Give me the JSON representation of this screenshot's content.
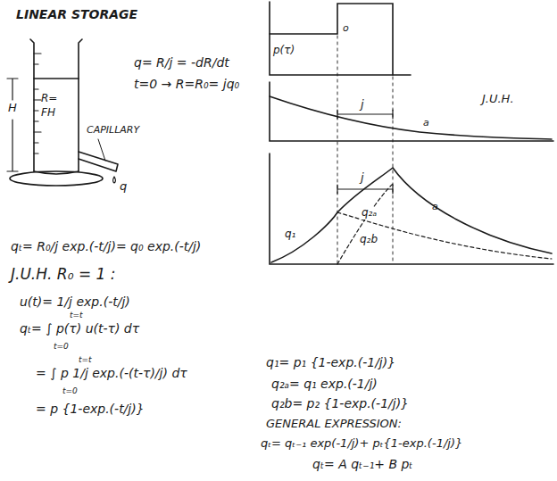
{
  "diagram": {
    "title": "LINEAR STORAGE",
    "labels": [
      "R=",
      "FH",
      "H",
      "CAPILLARY",
      "q",
      "q= R/j = -dR/dt",
      "t=0 → R=R₀= jq₀",
      "qₜ= R₀/j exp.(-t/j)= q₀ exp.(-t/j)",
      "J.U.H. R₀ = 1 :",
      "u(t)= 1/j exp.(-t/j)",
      "t=t",
      "qₜ= ∫ p(τ) u(t-τ) dτ",
      "t=0",
      "t=t",
      "= ∫ p 1/j exp.(-(t-τ)/j) dτ",
      "t=0",
      "= p {1-exp.(-t/j)}",
      "p(τ)",
      "o",
      "J.U.H.",
      "j",
      "a",
      "j",
      "q₁",
      "q₂ₐ",
      "q₂b",
      "a",
      "q₁= p₁ {1-exp.(-1/j)}",
      "q₂ₐ= q₁ exp.(-1/j)",
      "q₂b= p₂ {1-exp.(-1/j)}",
      "GENERAL EXPRESSION:",
      "qₜ= qₜ₋₁ exp(-1/j)+ pₜ{1-exp.(-1/j)}",
      "qₜ= A qₜ₋₁+ B pₜ"
    ]
  }
}
